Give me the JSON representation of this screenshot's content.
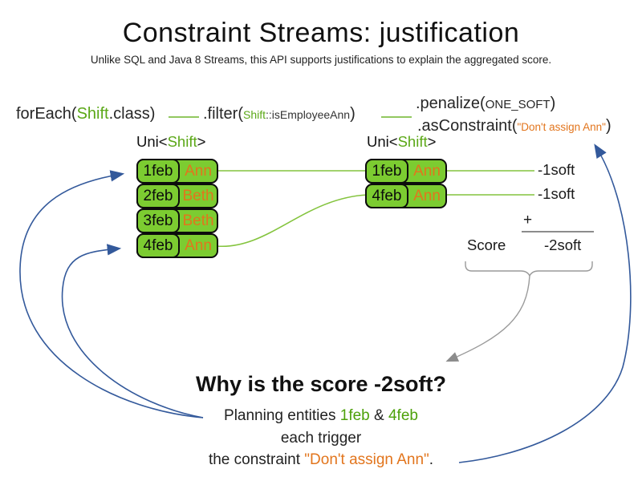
{
  "slide": {
    "title": "Constraint Streams: justification",
    "subtitle": "Unlike SQL and Java 8 Streams, this API supports justifications to explain the aggregated score."
  },
  "code": {
    "foreach_prefix": "forEach(",
    "foreach_class": "Shift",
    "foreach_suffix": ".class)",
    "filter_prefix": ".filter(",
    "filter_arg_class": "Shift",
    "filter_arg_method": "::isEmployeeAnn",
    "filter_suffix": ")",
    "penalize_prefix": ".penalize(",
    "penalize_arg": "ONE_SOFT",
    "penalize_suffix": ")",
    "asconstraint_prefix": ".asConstraint(",
    "asconstraint_arg": "\"Don't assign Ann\"",
    "asconstraint_suffix": ")"
  },
  "left_stream": {
    "type_prefix": "Uni<",
    "type_param": "Shift",
    "type_suffix": ">",
    "rows": [
      {
        "day": "1feb",
        "employee": "Ann"
      },
      {
        "day": "2feb",
        "employee": "Beth"
      },
      {
        "day": "3feb",
        "employee": "Beth"
      },
      {
        "day": "4feb",
        "employee": "Ann"
      }
    ]
  },
  "right_stream": {
    "type_prefix": "Uni<",
    "type_param": "Shift",
    "type_suffix": ">",
    "rows": [
      {
        "day": "1feb",
        "employee": "Ann"
      },
      {
        "day": "4feb",
        "employee": "Ann"
      }
    ]
  },
  "scores": {
    "per_match": [
      "-1soft",
      "-1soft"
    ],
    "plus": "+",
    "score_label": "Score",
    "total": "-2soft"
  },
  "why": {
    "heading": "Why is the score -2soft?",
    "line1_prefix": "Planning entities ",
    "line1_entity1": "1feb",
    "line1_amp": " & ",
    "line1_entity2": "4feb",
    "line2": "each trigger",
    "line3_prefix": "the constraint ",
    "line3_constraint": "\"Don't assign Ann\"",
    "line3_suffix": "."
  },
  "colors": {
    "cell_green": "#7ccc31",
    "code_green": "#5ba817",
    "text_green": "#4da10a",
    "orange": "#e2751d",
    "arrow_blue": "#33599b",
    "line_gray": "#8c8c8c"
  }
}
